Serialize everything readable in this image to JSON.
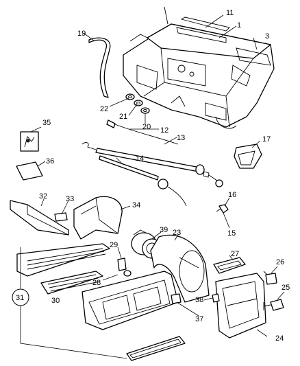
{
  "callouts": {
    "c1": "1",
    "c3": "3",
    "c11": "11",
    "c12": "12",
    "c13": "13",
    "c14": "14",
    "c15": "15",
    "c16": "16",
    "c17": "17",
    "c19": "19",
    "c20": "20",
    "c21": "21",
    "c22": "22",
    "c23": "23",
    "c24": "24",
    "c25": "25",
    "c26": "26",
    "c27": "27",
    "c28": "28",
    "c29": "29",
    "c30": "30",
    "c31": "31",
    "c32": "32",
    "c33": "33",
    "c34": "34",
    "c35": "35",
    "c36": "36",
    "c37": "37",
    "c38": "38",
    "c39": "39"
  }
}
